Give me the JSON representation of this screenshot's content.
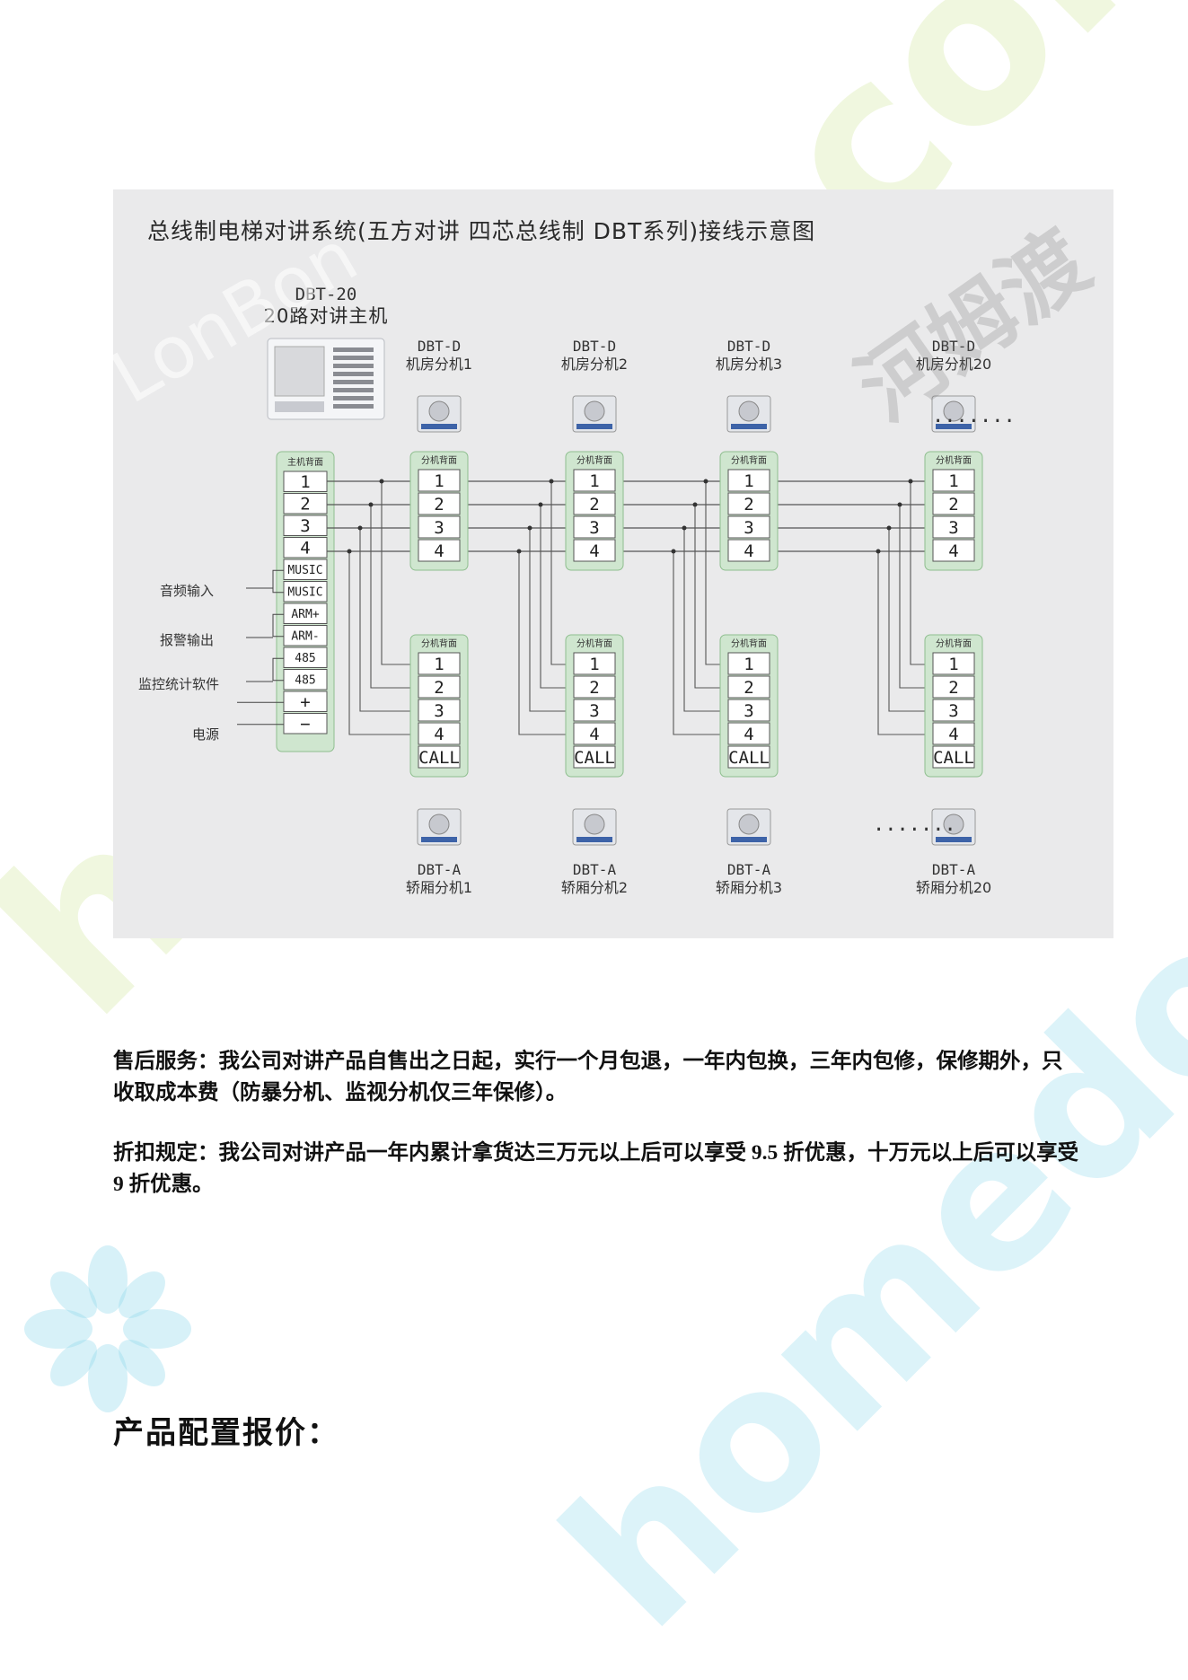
{
  "diagram": {
    "title": "总线制电梯对讲系统(五方对讲 四芯总线制 DBT系列)接线示意图",
    "host": {
      "model": "DBT-20",
      "name": "20路对讲主机",
      "panel_header": "主机背面",
      "terminals": [
        "1",
        "2",
        "3",
        "4",
        "MUSIC",
        "MUSIC",
        "ARM+",
        "ARM-",
        "485",
        "485",
        "+",
        "−"
      ]
    },
    "side_labels": [
      "音频输入",
      "报警输出",
      "监控统计软件",
      "电源"
    ],
    "machine_room_units": [
      {
        "model": "DBT-D",
        "name": "机房分机1"
      },
      {
        "model": "DBT-D",
        "name": "机房分机2"
      },
      {
        "model": "DBT-D",
        "name": "机房分机3"
      },
      {
        "model": "DBT-D",
        "name": "机房分机20"
      }
    ],
    "car_units": [
      {
        "model": "DBT-A",
        "name": "轿厢分机1"
      },
      {
        "model": "DBT-A",
        "name": "轿厢分机2"
      },
      {
        "model": "DBT-A",
        "name": "轿厢分机3"
      },
      {
        "model": "DBT-A",
        "name": "轿厢分机20"
      }
    ],
    "ext_panel_header": "分机背面",
    "ext_terminals_top": [
      "1",
      "2",
      "3",
      "4"
    ],
    "ext_terminals_bottom": [
      "1",
      "2",
      "3",
      "4",
      "CALL"
    ],
    "ellipsis": "·······"
  },
  "watermarks": {
    "text1": "LonBon",
    "text2": "homedo.com",
    "text3": "河姆渡"
  },
  "after_sales": "售后服务：我公司对讲产品自售出之日起，实行一个月包退，一年内包换，三年内包修，保修期外，只收取成本费（防暴分机、监视分机仅三年保修）。",
  "discount": {
    "part1": "折扣规定：我公司对讲产品一年内累计拿货达三万元以上后可以享受",
    "value1": "9.5",
    "part2": "折优惠，十万元以上后可以享受",
    "value2": "9",
    "part3": "折优惠。"
  },
  "section_heading": "产品配置报价："
}
